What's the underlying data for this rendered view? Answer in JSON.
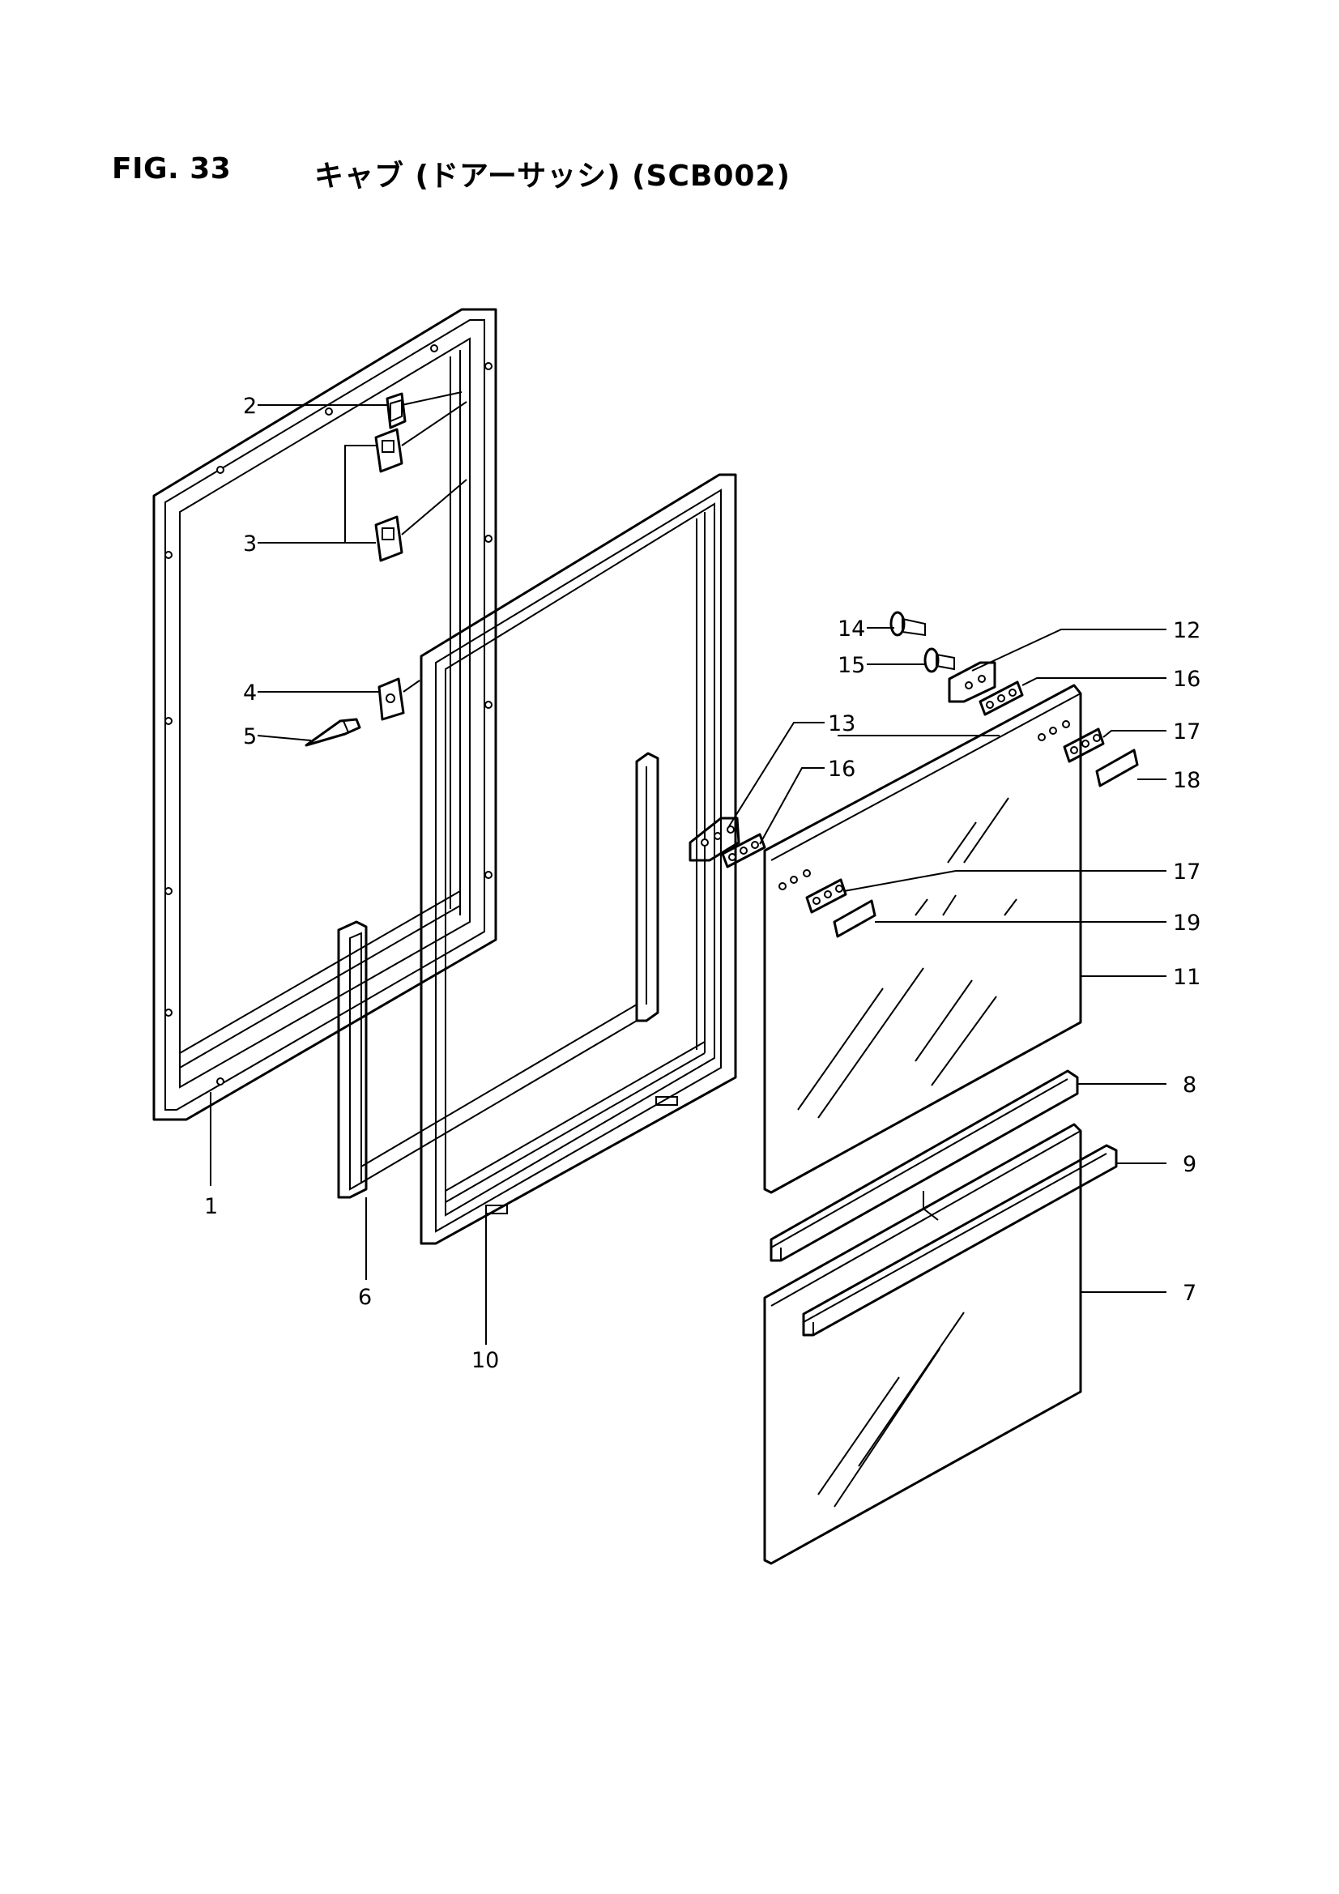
{
  "header": {
    "fig_label": "FIG. 33",
    "fig_title": "キャブ (ドアーサッシ) (SCB002)"
  },
  "callouts": [
    {
      "id": "c1",
      "label": "1"
    },
    {
      "id": "c2",
      "label": "2"
    },
    {
      "id": "c3",
      "label": "3"
    },
    {
      "id": "c4",
      "label": "4"
    },
    {
      "id": "c5",
      "label": "5"
    },
    {
      "id": "c6",
      "label": "6"
    },
    {
      "id": "c7",
      "label": "7"
    },
    {
      "id": "c8",
      "label": "8"
    },
    {
      "id": "c9",
      "label": "9"
    },
    {
      "id": "c10",
      "label": "10"
    },
    {
      "id": "c11",
      "label": "11"
    },
    {
      "id": "c12",
      "label": "12"
    },
    {
      "id": "c13",
      "label": "13"
    },
    {
      "id": "c14",
      "label": "14"
    },
    {
      "id": "c15",
      "label": "15"
    },
    {
      "id": "c16a",
      "label": "16"
    },
    {
      "id": "c16b",
      "label": "16"
    },
    {
      "id": "c17a",
      "label": "17"
    },
    {
      "id": "c17b",
      "label": "17"
    },
    {
      "id": "c18",
      "label": "18"
    },
    {
      "id": "c19",
      "label": "19"
    }
  ]
}
